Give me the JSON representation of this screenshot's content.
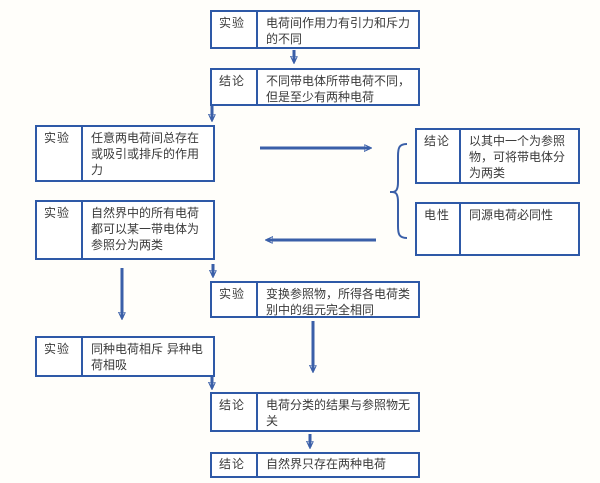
{
  "diagram": {
    "type": "flowchart",
    "language": "zh-CN",
    "colors": {
      "box_border": "#2e59a7",
      "arrow": "#3a5fa8",
      "text": "#3a3a3a",
      "background": "#fffefa"
    },
    "boxes": {
      "exp1": {
        "label": "实验",
        "text": "电荷间作用力有引力和斥力的不同"
      },
      "con1": {
        "label": "结论",
        "text": "不同带电体所带电荷不同，但是至少有两种电荷"
      },
      "exp2": {
        "label": "实验",
        "text": "任意两电荷间总存在或吸引或排斥的作用力"
      },
      "exp3": {
        "label": "实验",
        "text": "自然界中的所有电荷都可以某一带电体为参照分为两类"
      },
      "con2": {
        "label": "结论",
        "text": "以其中一个为参照物，可将带电体分为两类"
      },
      "elec": {
        "label": "电性",
        "text": "同源电荷必同性"
      },
      "exp4": {
        "label": "实验",
        "text": "变换参照物，所得各电荷类别中的组元完全相同"
      },
      "exp5": {
        "label": "实验",
        "text": "同种电荷相斥 异种电荷相吸"
      },
      "con3": {
        "label": "结论",
        "text": "电荷分类的结果与参照物无关"
      },
      "con4": {
        "label": "结论",
        "text": "自然界只存在两种电荷"
      }
    },
    "connectors": [
      "exp1 -> con1",
      "con1 -> exp2",
      "exp2 -> right-group",
      "right-group -> exp3 area",
      "exp3 -> exp5",
      "exp3 -> exp4",
      "exp4 -> con3",
      "exp5 -> con3",
      "con3 -> con4"
    ]
  }
}
